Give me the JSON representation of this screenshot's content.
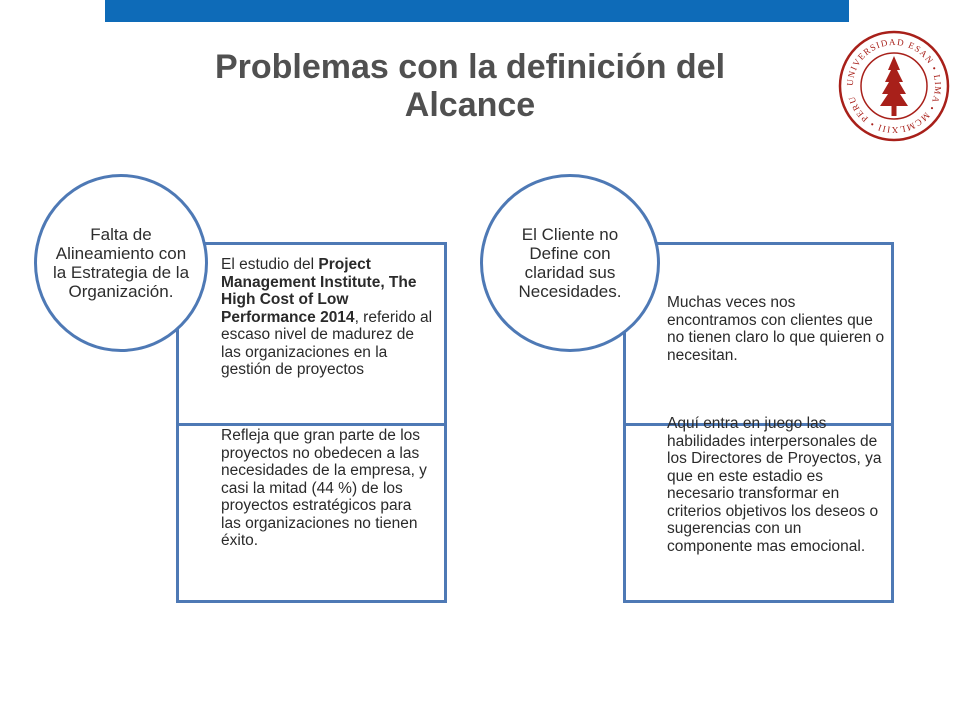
{
  "slide": {
    "title_line1": "Problemas con la definición del",
    "title_line2": "Alcance"
  },
  "logo": {
    "ring_text": "UNIVERSIDAD ESAN • LIMA • MCMLXIII • PERU",
    "color": "#a8201a"
  },
  "colors": {
    "top_bar": "#0e6bb8",
    "border": "#4e79b5",
    "title": "#505050"
  },
  "left_card": {
    "circle_text": "Falta de Alineamiento con la Estrategia de la Organización.",
    "top_prefix": "El estudio del ",
    "top_bold": "Project Management Institute, The High Cost of Low Performance 2014",
    "top_suffix": ", referido al escaso nivel de madurez de las organizaciones en la gestión de proyectos",
    "bottom_text": "Refleja que gran parte de los proyectos no obedecen a las necesidades de la empresa, y casi la mitad (44 %) de los proyectos estratégicos para las organizaciones no tienen éxito."
  },
  "right_card": {
    "circle_text": "El Cliente no Define con claridad sus Necesidades.",
    "top_text": "Muchas veces nos encontramos con clientes que no tienen claro lo que quieren o necesitan.",
    "bottom_text": "Aquí entra en juego las habilidades interpersonales de los Directores de Proyectos, ya que en este estadio es necesario transformar en criterios objetivos los deseos o sugerencias con un componente mas emocional."
  }
}
